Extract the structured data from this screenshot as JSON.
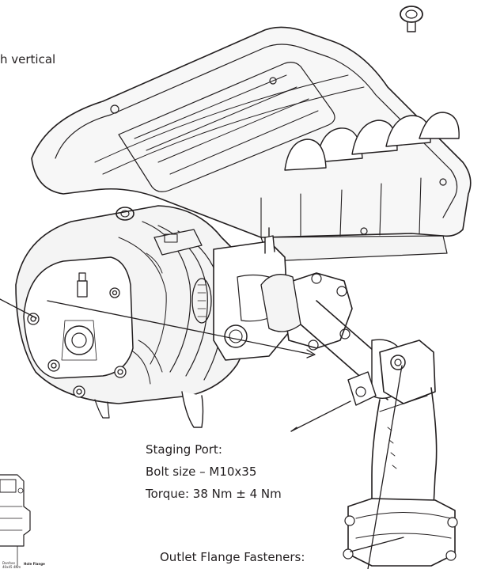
{
  "header_text_fragment": "h vertical",
  "staging_port": {
    "label": "Staging Port:",
    "bolt_size": "Bolt size – M10x35",
    "torque": "Torque: 38 Nm ± 4 Nm"
  },
  "outlet_flange": {
    "label": "Outlet Flange Fasteners:"
  },
  "inset": {
    "left_text": "Danfoss\n40x45 4Nm",
    "right_text": "Hole Flange"
  },
  "colors": {
    "line": "#231f20",
    "background": "#ffffff",
    "light_fill": "#f4f4f4",
    "mid_fill": "#e6e6e6"
  }
}
